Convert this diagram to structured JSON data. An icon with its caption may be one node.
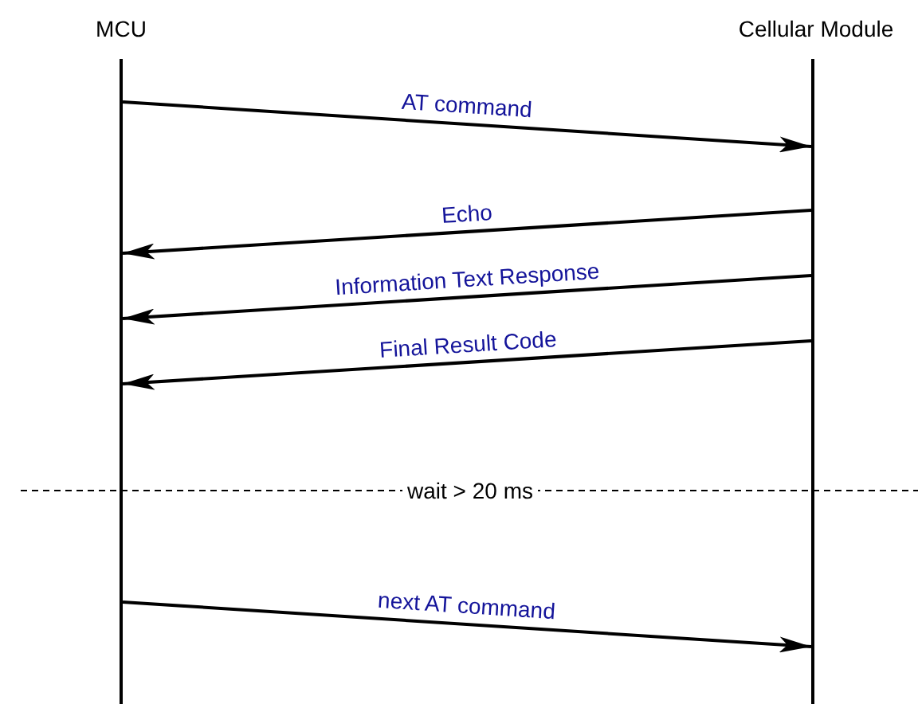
{
  "diagram": {
    "nodes": [
      {
        "text": [],
        "shape": "bar",
        "beside": [
          "MCU"
        ]
      },
      {
        "text": [],
        "shape": "bar",
        "beside": [
          "Cellular Module"
        ]
      }
    ],
    "edges": [
      {
        "from": 0,
        "to": 1,
        "arrow": "to",
        "label": "AT command"
      },
      {
        "from": 1,
        "to": 0,
        "arrow": "to",
        "label": "Echo"
      },
      {
        "from": 1,
        "to": 0,
        "arrow": "to",
        "label": "Information Text Response"
      },
      {
        "from": 1,
        "to": 0,
        "arrow": "to",
        "label": "Final Result Code"
      },
      {
        "from": 0,
        "to": 1,
        "arrow": "to",
        "label": "next AT command"
      }
    ],
    "labels": [
      "wait > 20 ms"
    ]
  }
}
